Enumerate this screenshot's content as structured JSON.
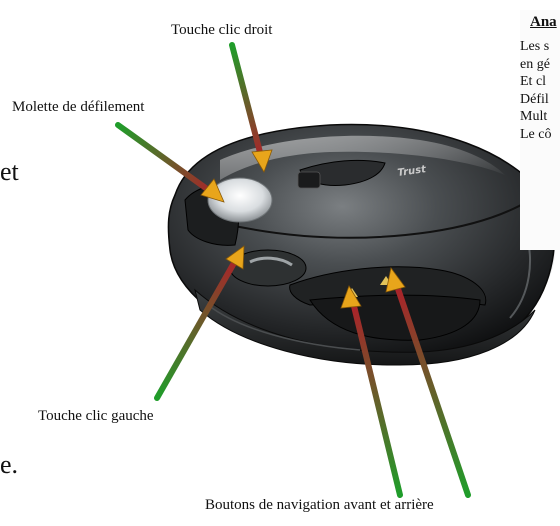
{
  "labels": {
    "right_click": "Touche clic droit",
    "scroll_wheel": "Molette de défilement",
    "left_click": "Touche clic gauche",
    "nav_buttons": "Boutons de navigation avant et arrière"
  },
  "brand": "Trust",
  "stray_text": {
    "top": "et",
    "bottom": "e."
  },
  "side_panel": {
    "title": "Ana",
    "lines": [
      "Les s",
      "en gé",
      "Et cl",
      "Défil",
      "Mult",
      "Le cô"
    ]
  },
  "colors": {
    "arrow_start_green": "#1f9d2a",
    "arrow_end_red": "#b7182a",
    "arrow_head": "#e8a51b",
    "mouse_body": "#3a3d3f"
  }
}
